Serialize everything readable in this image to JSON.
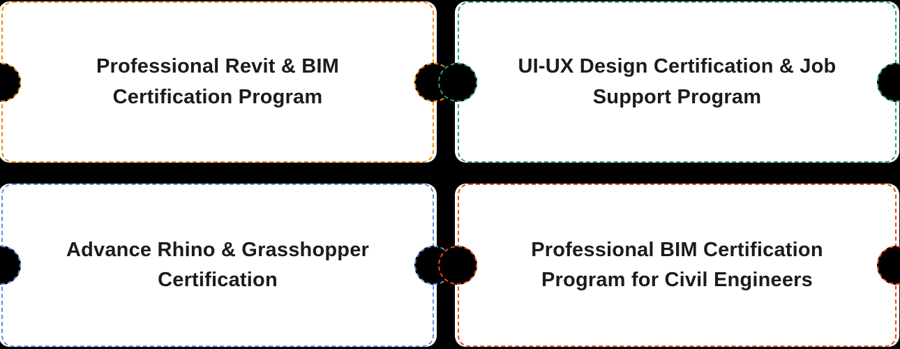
{
  "page": {
    "background_color": "#000000",
    "card_background": "#ffffff",
    "text_color": "#1b1b1b"
  },
  "cards": [
    {
      "title": "Professional Revit & BIM Certification Program",
      "lines": [
        "Professional Revit & BIM",
        "Certification Program"
      ],
      "accent_color": "#ED8B16"
    },
    {
      "title": "UI-UX Design Certification & Job Support Program",
      "lines": [
        "UI-UX Design Certification & Job",
        "Support Program"
      ],
      "accent_color": "#2F9D79"
    },
    {
      "title": "Advance Rhino & Grasshopper Certification",
      "lines": [
        "Advance Rhino & Grasshopper",
        "Certification"
      ],
      "accent_color": "#5E8CE0"
    },
    {
      "title": "Professional BIM Certification Program for Civil Engineers",
      "lines": [
        "Professional BIM Certification",
        "Program for Civil Engineers"
      ],
      "accent_color": "#E84A16"
    }
  ]
}
